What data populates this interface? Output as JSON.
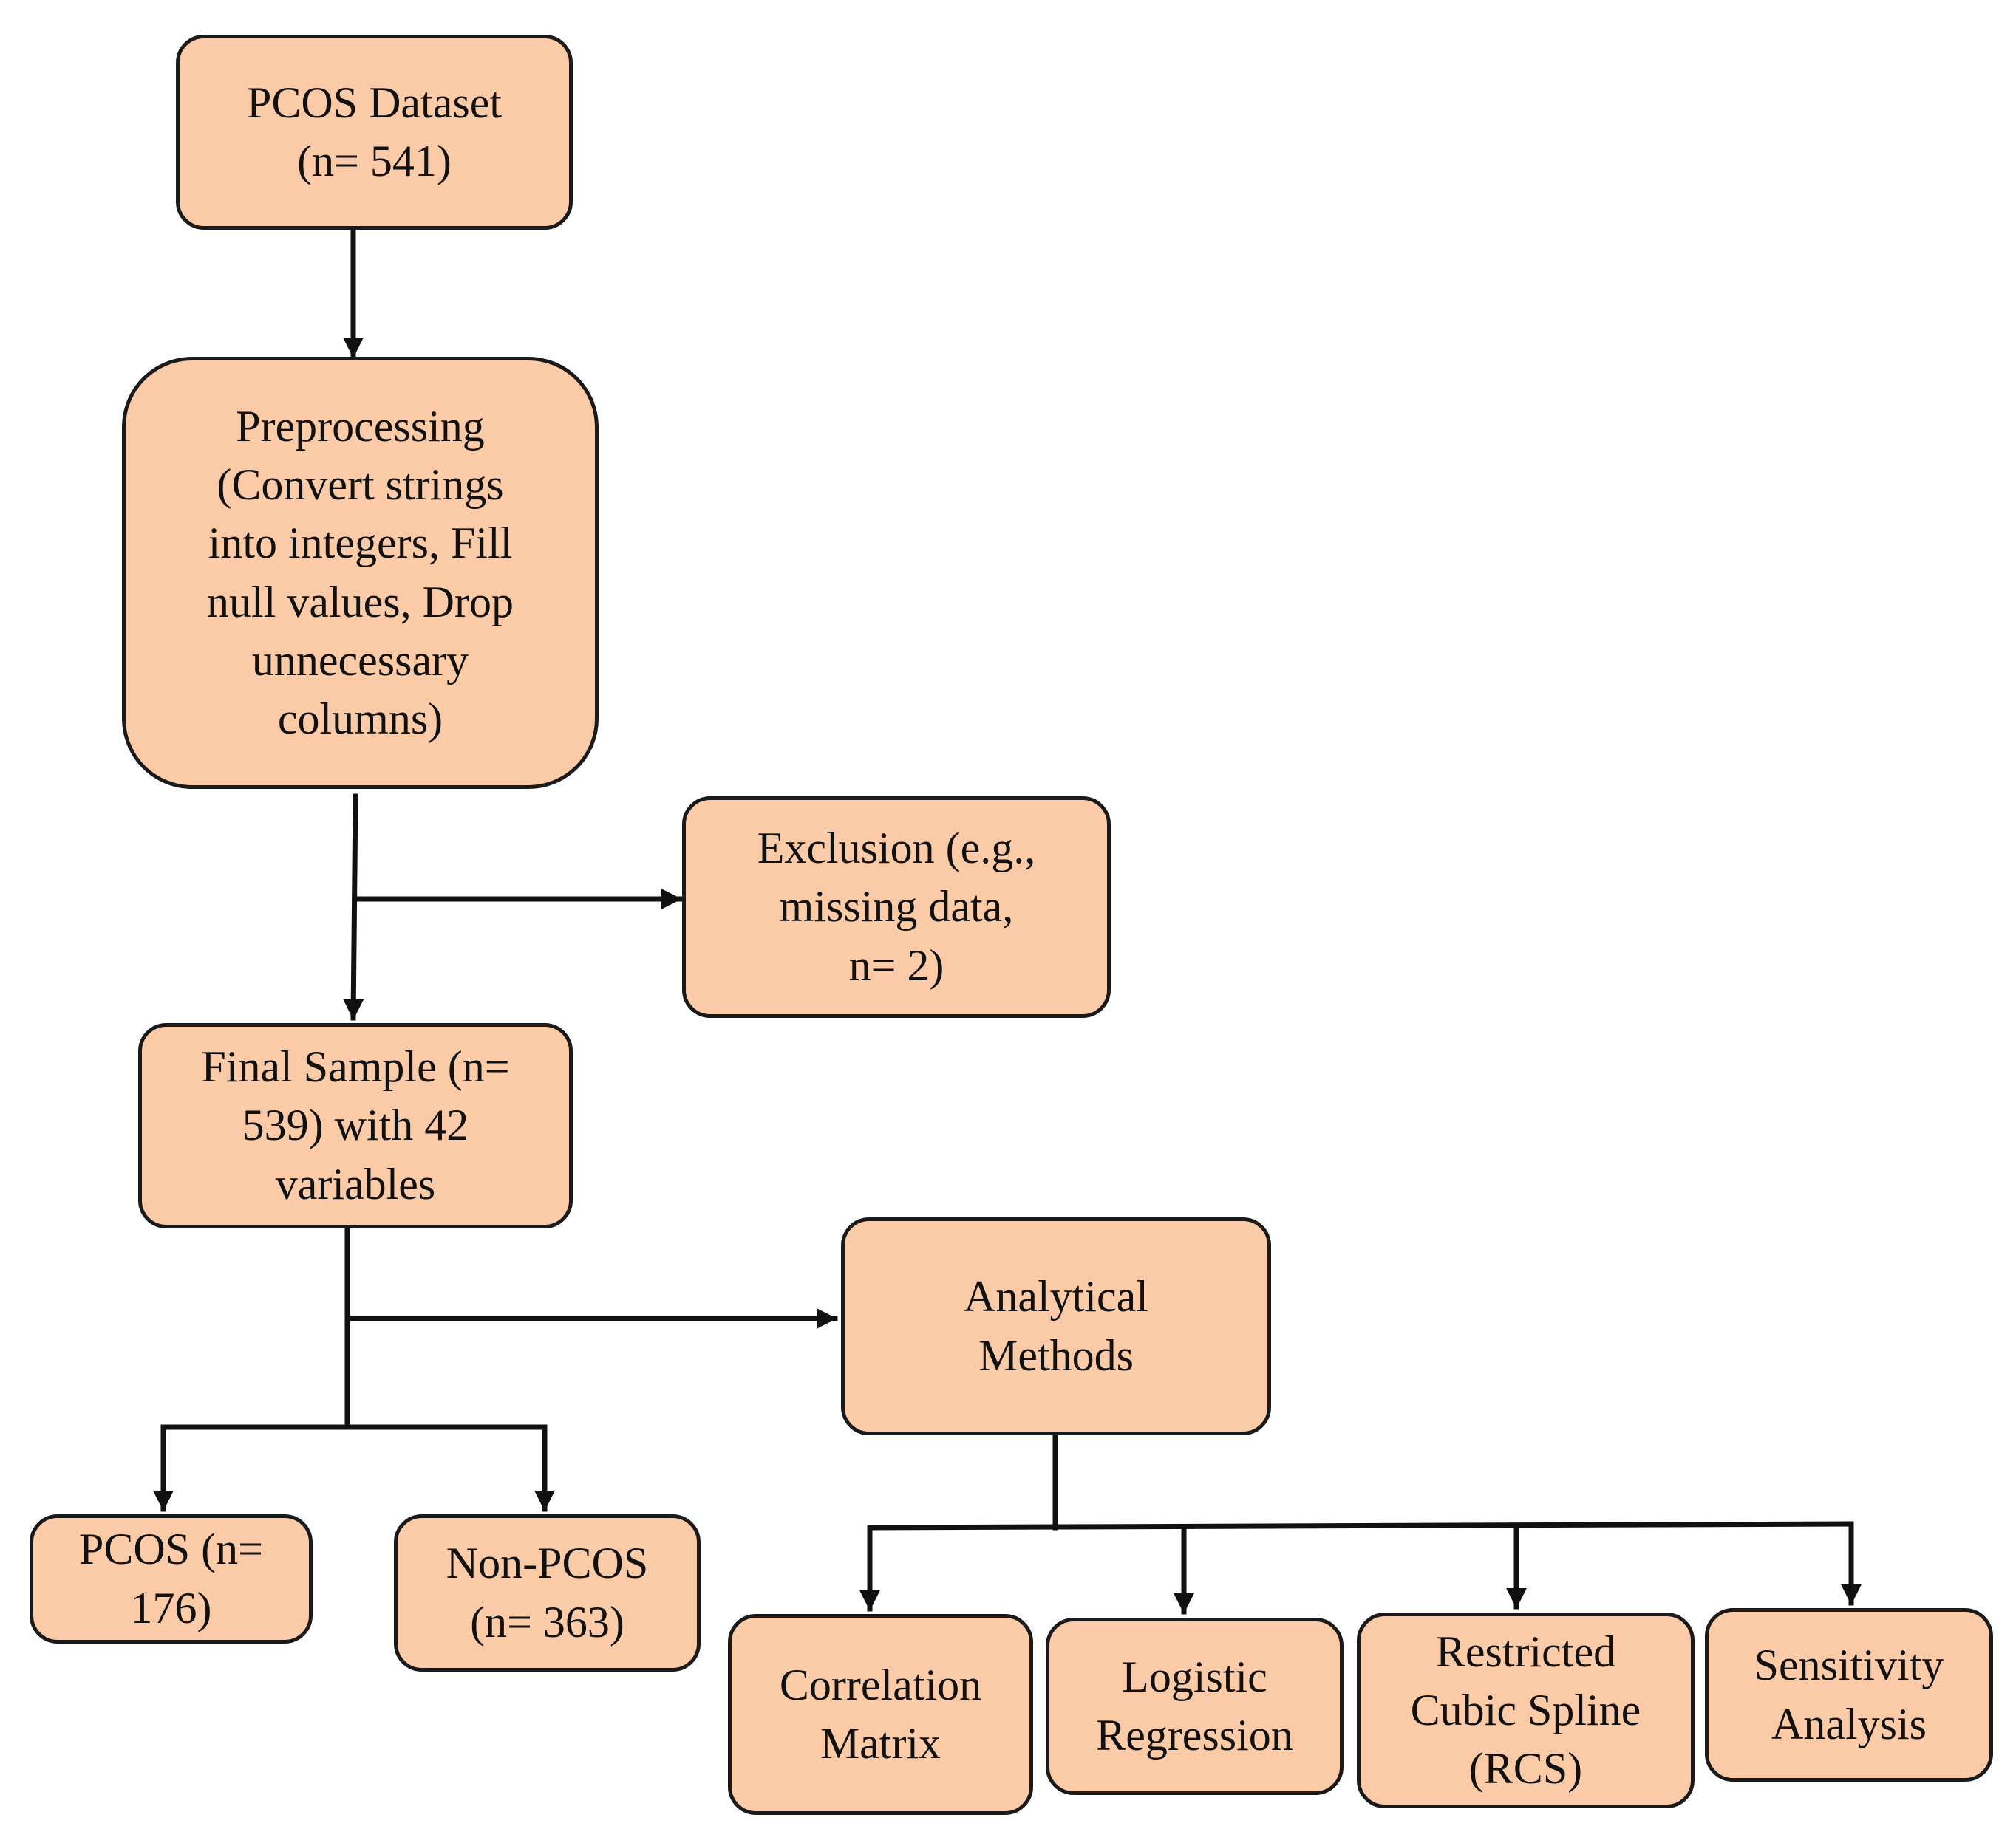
{
  "colors": {
    "box_fill": "#fbcaa6",
    "line": "#111111"
  },
  "boxes": {
    "dataset": "PCOS Dataset\n(n= 541)",
    "preprocessing": "Preprocessing\n(Convert strings\ninto integers, Fill\nnull values, Drop\nunnecessary\ncolumns)",
    "exclusion": "Exclusion (e.g.,\nmissing data,\nn= 2)",
    "final_sample": "Final Sample (n=\n539) with 42\nvariables",
    "analytical": "Analytical\nMethods",
    "pcos": "PCOS (n=\n176)",
    "non_pcos": "Non-PCOS\n(n= 363)",
    "correlation": "Correlation\nMatrix",
    "logistic": "Logistic\nRegression",
    "rcs": "Restricted\nCubic Spline\n(RCS)",
    "sensitivity": "Sensitivity\nAnalysis"
  }
}
